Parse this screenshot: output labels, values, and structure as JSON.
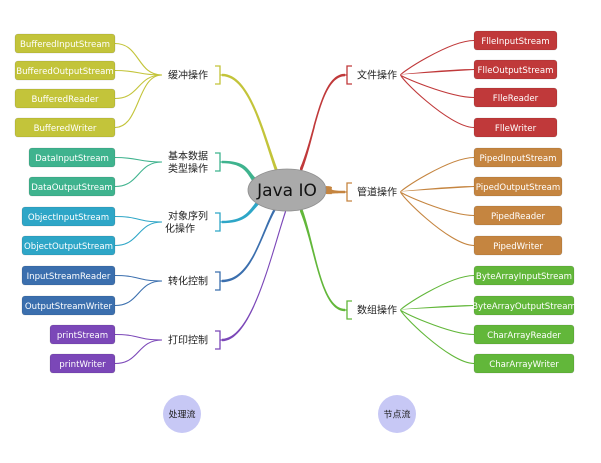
{
  "center": {
    "label": "Java IO"
  },
  "categories": [
    {
      "id": "buffer",
      "label_lines": [
        "缓冲操作"
      ],
      "color": "#c3c43a",
      "items": [
        "BufferedInputStream",
        "BufferedOutputStream",
        "BufferedReader",
        "BufferedWriter"
      ]
    },
    {
      "id": "datatype",
      "label_lines": [
        "基本数据",
        "类型操作"
      ],
      "color": "#3fb38e",
      "items": [
        "DataInputStream",
        "DataOutputStream"
      ]
    },
    {
      "id": "serialize",
      "label_lines": [
        "对象序列",
        "化操作"
      ],
      "color": "#2ea6c7",
      "items": [
        "ObjectInputStream",
        "ObjectOutputStream"
      ]
    },
    {
      "id": "convert",
      "label_lines": [
        "转化控制"
      ],
      "color": "#3b6fae",
      "items": [
        "InputStreamReader",
        "OutputStreamWriter"
      ]
    },
    {
      "id": "print",
      "label_lines": [
        "打印控制"
      ],
      "color": "#7b47b8",
      "items": [
        "printStream",
        "printWriter"
      ]
    },
    {
      "id": "file",
      "label_lines": [
        "文件操作"
      ],
      "color": "#c0393a",
      "items": [
        "FlleInputStream",
        "FlleOutputStream",
        "FlleReader",
        "FlleWriter"
      ]
    },
    {
      "id": "pipe",
      "label_lines": [
        "管道操作"
      ],
      "color": "#c58540",
      "items": [
        "PipedInputStream",
        "PipedOutputStream",
        "PipedReader",
        "PipedWriter"
      ]
    },
    {
      "id": "array",
      "label_lines": [
        "数组操作"
      ],
      "color": "#62b73a",
      "items": [
        "ByteArrayInputStream",
        "ByteArrayOutputStream",
        "CharArrayReader",
        "CharArrayWriter"
      ]
    }
  ],
  "bottom_labels": [
    {
      "id": "processing",
      "label": "处理流"
    },
    {
      "id": "node",
      "label": "节点流"
    }
  ],
  "colors": {
    "circle_fill": "#c7c8f5",
    "center_fill": "#aaaaaa"
  }
}
